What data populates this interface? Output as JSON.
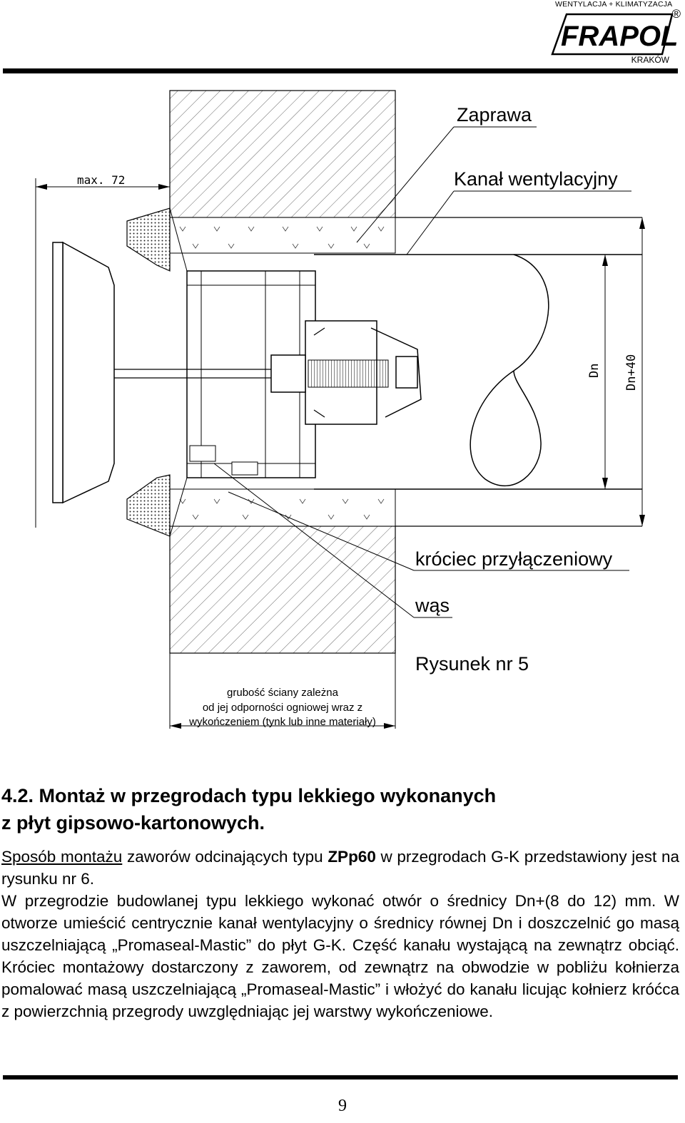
{
  "logo": {
    "tagline": "WENTYLACJA + KLIMATYZACJA",
    "brand": "FRAPOL",
    "registered": "®",
    "city": "KRAKÓW"
  },
  "figure": {
    "dim_max": "max. 72",
    "dim_dn": "Dn",
    "dim_dn40": "Dn+40",
    "label_zaprawa": "Zaprawa",
    "label_kanal": "Kanał wentylacyjny",
    "label_krociec": "króciec przyłączeniowy",
    "label_was": "wąs",
    "caption": "Rysunek nr 5",
    "wall_note_1": "grubość ściany zależna",
    "wall_note_2": "od jej odporności ogniowej wraz z",
    "wall_note_3": "wykończeniem (tynk lub inne materiały)"
  },
  "section": {
    "heading_1": "4.2. Montaż w przegrodach typu lekkiego wykonanych",
    "heading_2": "z płyt gipsowo-kartonowych.",
    "p1_link": "Sposób montażu",
    "p1_a": " zaworów odcinających typu ",
    "p1_bold": "ZPp60",
    "p1_b": " w przegrodach G-K przedstawiony jest na rysunku nr 6.",
    "p2": "W przegrodzie budowlanej typu lekkiego wykonać otwór o średnicy Dn+(8 do 12) mm. W otworze umieścić centrycznie kanał wentylacyjny o średnicy równej Dn i doszczelnić go masą uszczelniającą „Promaseal-Mastic” do płyt G-K. Część kanału wystającą na zewnątrz obciąć. Króciec montażowy dostarczony z zaworem, od zewnątrz na obwodzie w pobliżu kołnierza pomalować masą uszczelniającą „Promaseal-Mastic” i włożyć do kanału licując kołnierz króćca z powierzchnią przegrody uwzględniając jej warstwy wykończeniowe."
  },
  "page_number": "9"
}
